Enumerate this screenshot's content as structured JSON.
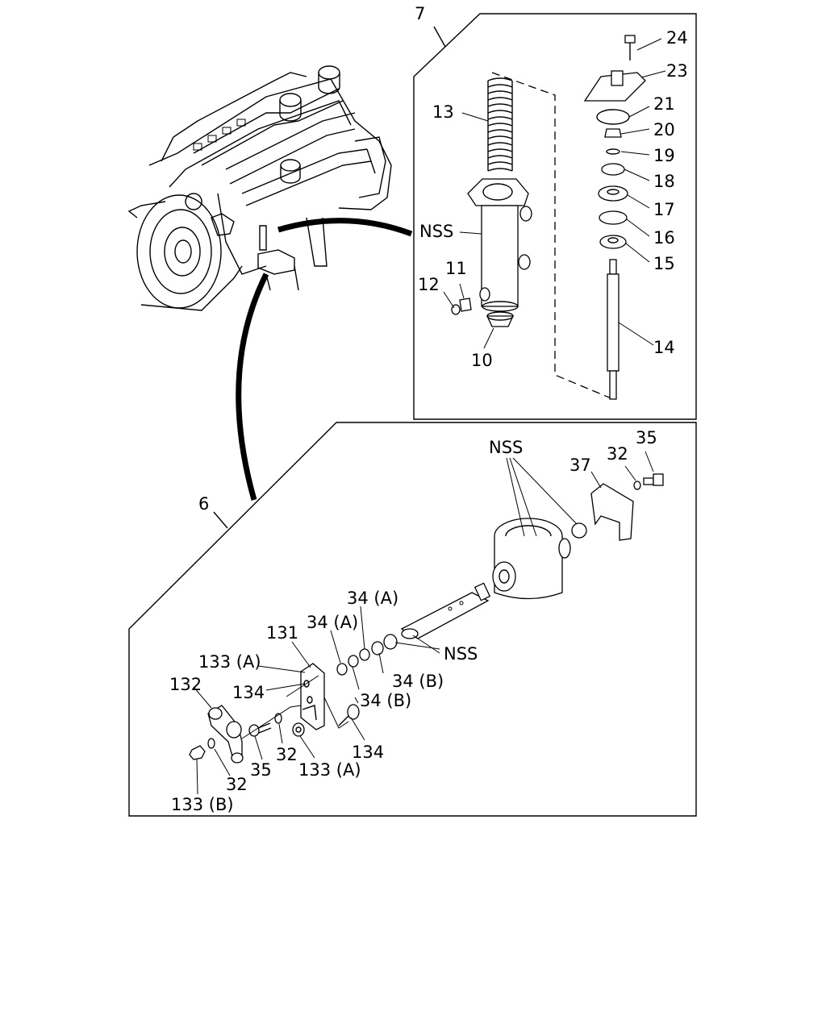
{
  "callouts": {
    "c7": "7",
    "c6": "6",
    "p24": "24",
    "p23": "23",
    "p21": "21",
    "p20": "20",
    "p19": "19",
    "p18": "18",
    "p17": "17",
    "p16": "16",
    "p15": "15",
    "p14": "14",
    "p13": "13",
    "nss_upper": "NSS",
    "p11": "11",
    "p12": "12",
    "p10": "10",
    "nss_lower_top": "NSS",
    "p37": "37",
    "p32_top": "32",
    "p35_top": "35",
    "p34a_1": "34 (A)",
    "p34a_2": "34 (A)",
    "p131": "131",
    "p133a_1": "133 (A)",
    "nss_lower_mid": "NSS",
    "p132": "132",
    "p134_1": "134",
    "p34b_1": "34 (B)",
    "p34b_2": "34 (B)",
    "p134_2": "134",
    "p35_bottom": "35",
    "p32_mid": "32",
    "p133a_2": "133 (A)",
    "p32_bottom": "32",
    "p133b": "133 (B)"
  }
}
